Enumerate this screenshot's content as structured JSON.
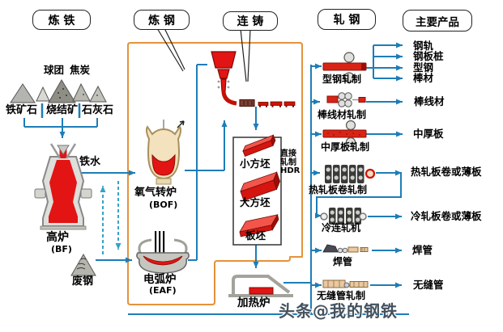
{
  "headers": {
    "ironmaking": "炼 铁",
    "steelmaking": "炼 钢",
    "casting": "连 铸",
    "rolling": "轧 钢",
    "products": "主要产品"
  },
  "raw_materials": {
    "pellet": "球团",
    "coke": "焦炭",
    "iron_ore": "铁矿石",
    "sinter": "烧结矿",
    "limestone": "石灰石",
    "scrap": "废钢"
  },
  "ironmaking": {
    "blast_furnace": "高炉",
    "blast_furnace_abbr": "(BF)",
    "hot_metal": "铁水"
  },
  "steelmaking": {
    "bof": "氧气转炉",
    "bof_abbr": "(BOF)",
    "eaf": "电弧炉",
    "eaf_abbr": "(EAF)"
  },
  "casting": {
    "billet": "小方坯",
    "bloom": "大方坯",
    "slab": "板坯",
    "direct_rolling_line1": "直接",
    "direct_rolling_line2": "轧制",
    "direct_rolling_line3": "HDR",
    "reheating_furnace": "加热炉"
  },
  "mills": [
    {
      "label": "型钢轧制"
    },
    {
      "label": "棒线材轧制"
    },
    {
      "label": "中厚板轧制"
    },
    {
      "label": "热轧板卷轧制"
    },
    {
      "label": "冷连轧机"
    },
    {
      "label": "焊管"
    },
    {
      "label": "无缝管轧制"
    }
  ],
  "products": [
    {
      "label": "钢轨"
    },
    {
      "label": "钢板桩"
    },
    {
      "label": "型钢"
    },
    {
      "label": "棒材"
    },
    {
      "label": "棒线材"
    },
    {
      "label": "中厚板"
    },
    {
      "label": "热轧板卷或薄板"
    },
    {
      "label": "冷轧板卷或薄板"
    },
    {
      "label": "焊管"
    },
    {
      "label": "无缝管"
    }
  ],
  "watermark": "头条@我的钢铁",
  "colors": {
    "flow_blue": "#1d7db8",
    "dashed_blue": "#35a2c8",
    "boundary_orange": "#e5923b",
    "steel_red": "#e31414"
  }
}
